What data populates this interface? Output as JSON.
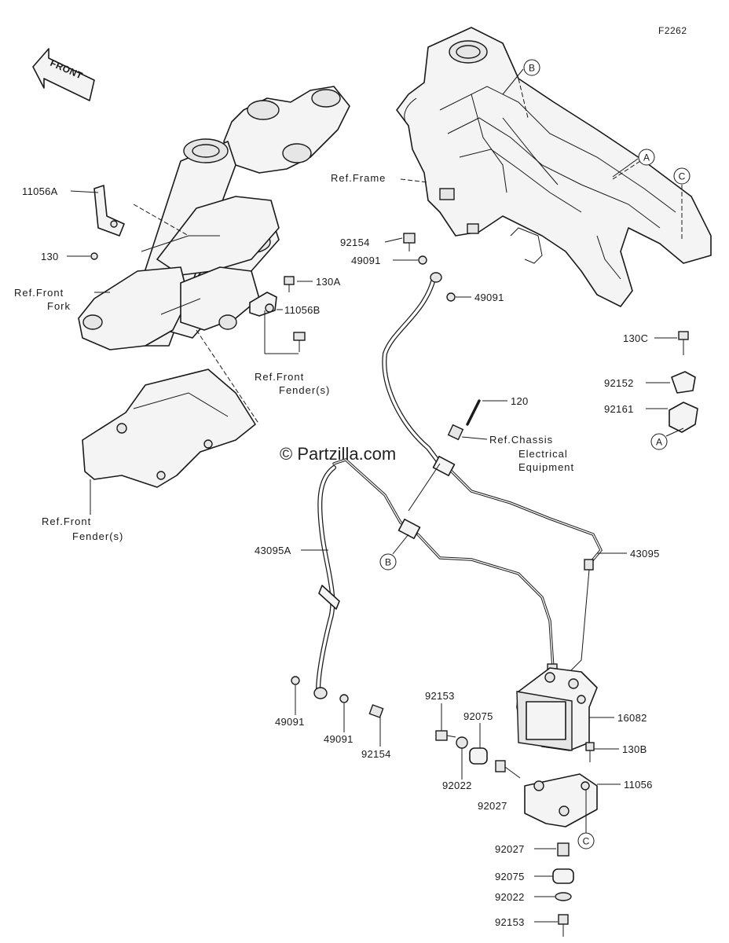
{
  "figure_code": "F2262",
  "front_arrow": "FRONT",
  "watermark": "© Partzilla.com",
  "markers": {
    "a": "A",
    "b": "B",
    "c": "C"
  },
  "labels": {
    "p11056A": "11056A",
    "p130": "130",
    "p130A": "130A",
    "p11056B": "11056B",
    "p92154_top": "92154",
    "p49091_top1": "49091",
    "p49091_top2": "49091",
    "p130C": "130C",
    "p92152": "92152",
    "p92161": "92161",
    "p120": "120",
    "p43095A": "43095A",
    "p43095": "43095",
    "p49091_bot1": "49091",
    "p49091_bot2": "49091",
    "p92154_bot": "92154",
    "p92153_top": "92153",
    "p92075_top": "92075",
    "p92022_top": "92022",
    "p92027_top": "92027",
    "p16082": "16082",
    "p130B": "130B",
    "p11056": "11056",
    "p92027_bot": "92027",
    "p92075_bot": "92075",
    "p92022_bot": "92022",
    "p92153_bot": "92153"
  },
  "refs": {
    "frame": "Ref.Frame",
    "front_fork_1": "Ref.Front",
    "front_fork_2": "Fork",
    "front_fender_mid_1": "Ref.Front",
    "front_fender_mid_2": "Fender(s)",
    "front_fender_left_1": "Ref.Front",
    "front_fender_left_2": "Fender(s)",
    "chassis_1": "Ref.Chassis",
    "chassis_2": "Electrical",
    "chassis_3": "Equipment"
  }
}
